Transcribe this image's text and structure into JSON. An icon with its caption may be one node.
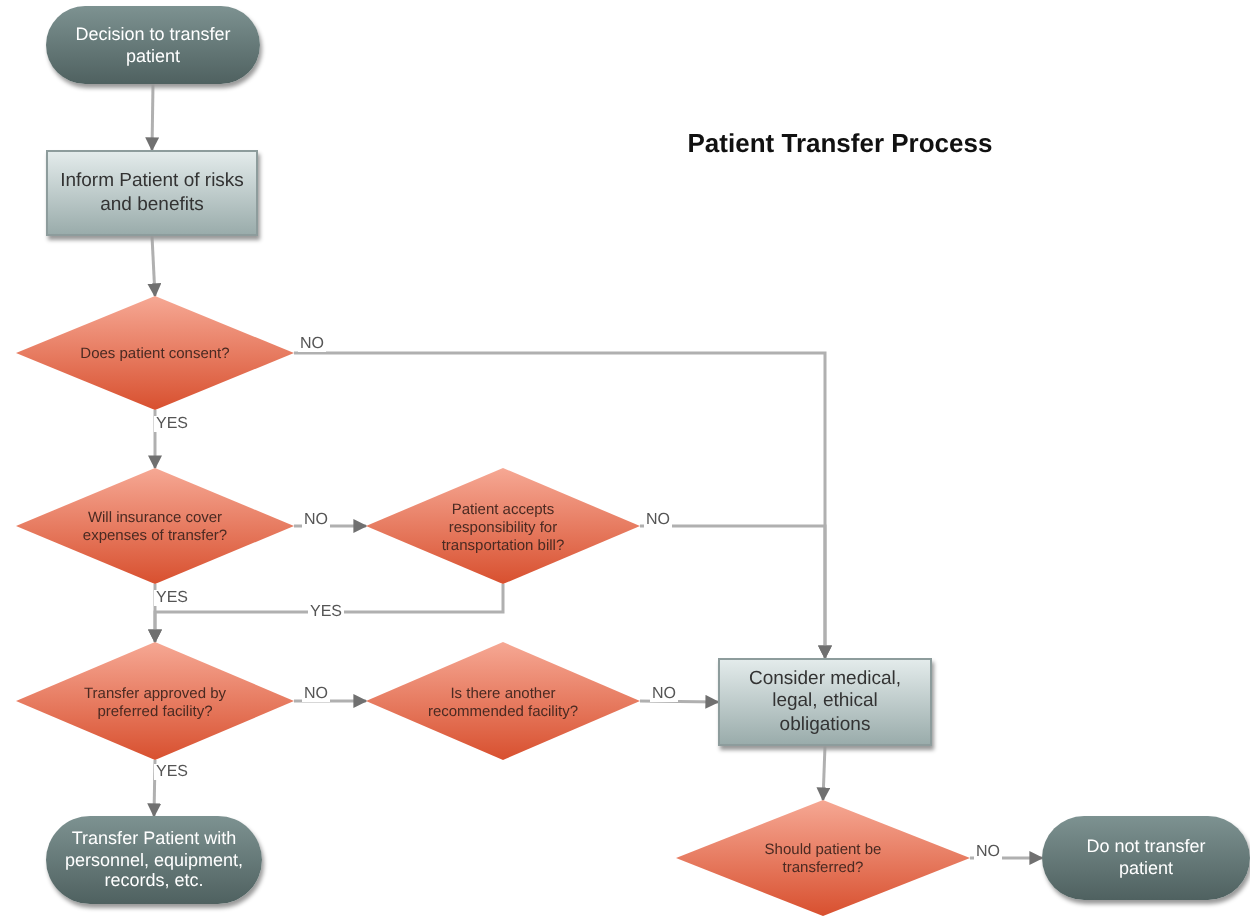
{
  "diagram": {
    "title": "Patient Transfer Process",
    "nodes": [
      {
        "text": [
          "Decision to transfer patient"
        ]
      },
      {
        "text": [
          "Inform Patient of risks and benefits"
        ]
      },
      {
        "text": [
          "Does patient consent?"
        ]
      },
      {
        "text": [
          "Will insurance cover expenses of transfer?"
        ]
      },
      {
        "text": [
          "Patient accepts responsibility for transportation bill?"
        ]
      },
      {
        "text": [
          "Transfer approved by preferred facility?"
        ]
      },
      {
        "text": [
          "Is there another recommended facility?"
        ]
      },
      {
        "text": [
          "Transfer Patient with personnel, equipment, records, etc."
        ]
      },
      {
        "text": [
          "Consider medical, legal, ethical obligations"
        ]
      },
      {
        "text": [
          "Should patient be transferred?"
        ]
      },
      {
        "text": [
          "Do not transfer patient"
        ]
      }
    ],
    "edges": [
      {
        "from": 0,
        "to": 1,
        "arrow": "to"
      },
      {
        "from": 1,
        "to": 2,
        "arrow": "to"
      },
      {
        "from": 2,
        "to": 3,
        "arrow": "to",
        "label": "YES"
      },
      {
        "from": 2,
        "to": 8,
        "arrow": "to",
        "label": "NO"
      },
      {
        "from": 3,
        "to": 4,
        "arrow": "to",
        "label": "NO"
      },
      {
        "from": 3,
        "to": 5,
        "arrow": "to",
        "label": "YES"
      },
      {
        "from": 4,
        "to": 5,
        "arrow": "to",
        "label": "YES"
      },
      {
        "from": 4,
        "to": 8,
        "arrow": "to",
        "label": "NO"
      },
      {
        "from": 5,
        "to": 6,
        "arrow": "to",
        "label": "NO"
      },
      {
        "from": 5,
        "to": 7,
        "arrow": "to",
        "label": "YES"
      },
      {
        "from": 6,
        "to": 8,
        "arrow": "to",
        "label": "NO"
      },
      {
        "from": 8,
        "to": 9,
        "arrow": "to"
      },
      {
        "from": 9,
        "to": 10,
        "arrow": "to",
        "label": "NO"
      }
    ]
  }
}
